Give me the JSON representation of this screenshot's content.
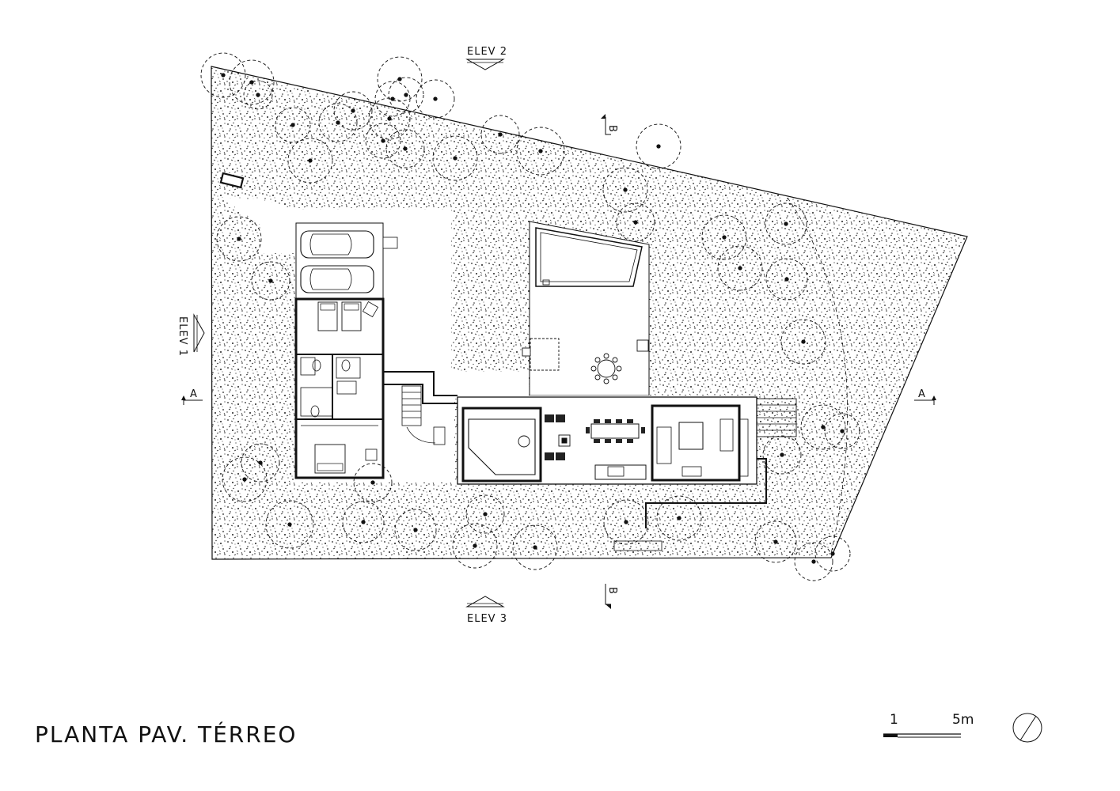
{
  "title": "PLANTA PAV. TÉRREO",
  "elevation_labels": {
    "elev_1": "ELEV 1",
    "elev_2": "ELEV 2",
    "elev_3": "ELEV 3"
  },
  "section_labels": {
    "a": "A",
    "b": "B"
  },
  "scale": {
    "start_label": "1",
    "end_label": "5m"
  },
  "north_icon": "north-arrow-icon"
}
